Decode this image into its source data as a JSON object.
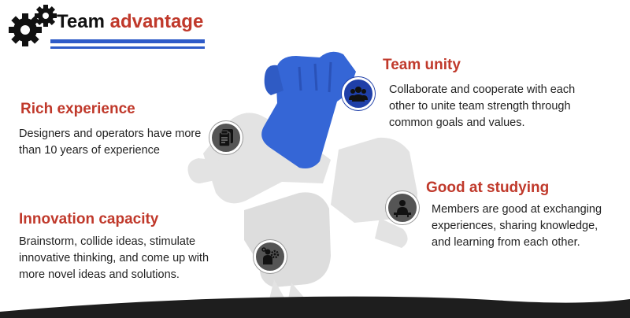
{
  "header": {
    "title_part1": "Team",
    "title_part2": "advantage",
    "gears_icon": "gears-icon"
  },
  "colors": {
    "accent": "#c0392b",
    "blue": "#2e5bc8",
    "hand_gray": "#e3e3e3",
    "badge_dark": "#555555"
  },
  "features": [
    {
      "heading": "Team unity",
      "lines": [
        "Collaborate and cooperate with each",
        "other to unite team strength through",
        "common goals and values."
      ],
      "icon": "people-icon"
    },
    {
      "heading": "Rich experience",
      "lines": [
        "Designers and operators have more",
        "than 10 years of experience"
      ],
      "icon": "clipboard-icon"
    },
    {
      "heading": "Good at studying",
      "lines": [
        "Members are good at exchanging",
        "experiences, sharing knowledge,",
        "and learning from each other."
      ],
      "icon": "student-icon"
    },
    {
      "heading": "Innovation capacity",
      "lines": [
        "Brainstorm, collide ideas, stimulate",
        "innovative thinking, and come up with",
        "more novel ideas and solutions."
      ],
      "icon": "gear-person-icon"
    }
  ]
}
